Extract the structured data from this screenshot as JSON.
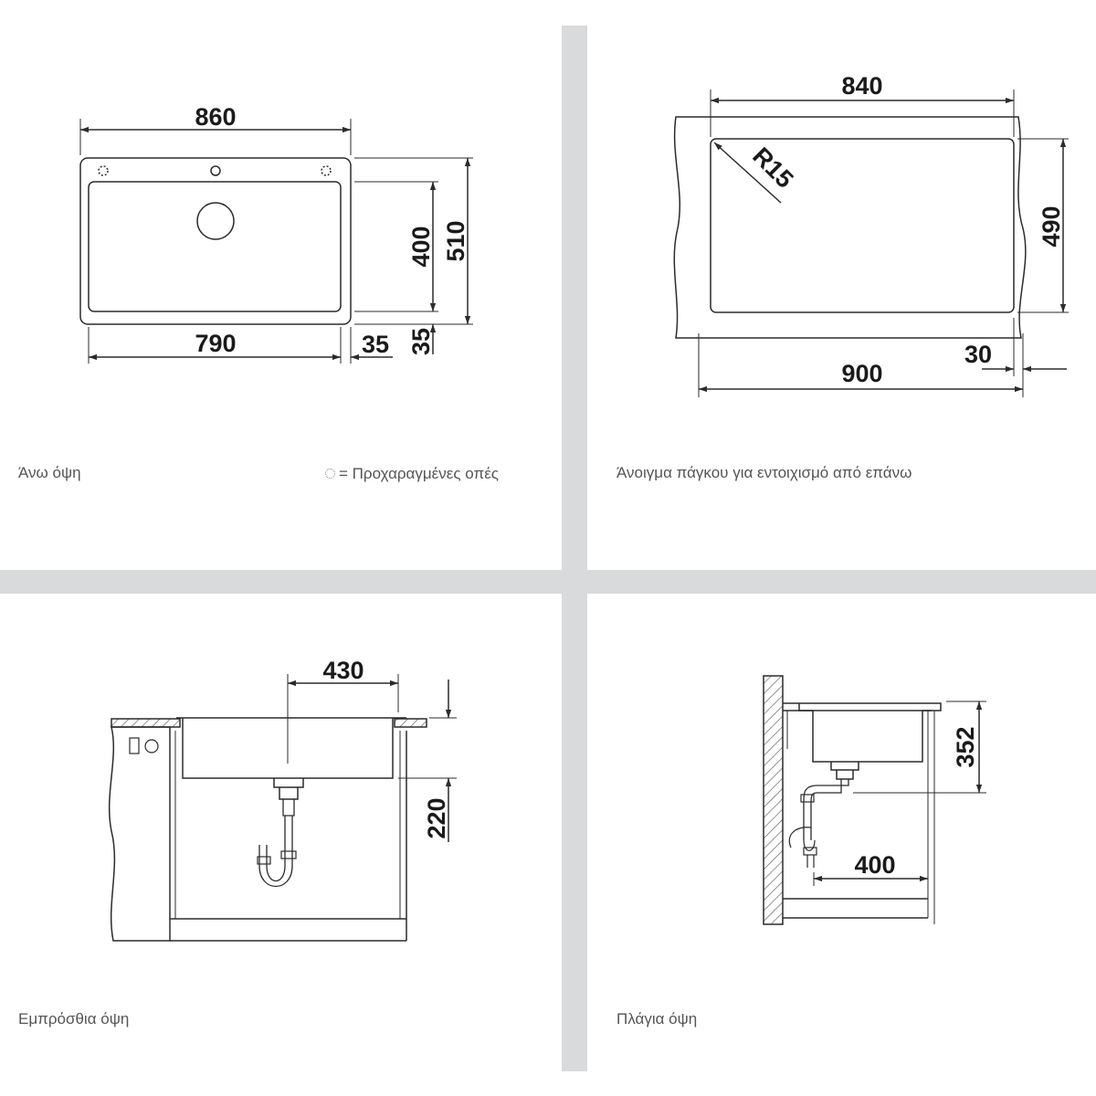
{
  "panels": {
    "top_view": {
      "caption": "Άνω όψη",
      "legend_text": "= Προχαραγμένες οπές",
      "dims": {
        "total_width": "860",
        "bowl_width": "790",
        "edge_right": "35",
        "bowl_depth": "400",
        "total_depth": "510",
        "edge_bottom": "35"
      }
    },
    "cutout": {
      "caption": "Άνοιγμα πάγκου για εντοιχισμό από επάνω",
      "dims": {
        "inner_width": "840",
        "radius": "R15",
        "depth": "490",
        "offset": "30",
        "outer_width": "900"
      }
    },
    "front_view": {
      "caption": "Εμπρόσθια όψη",
      "dims": {
        "offset": "430",
        "height": "220"
      }
    },
    "side_view": {
      "caption": "Πλάγια όψη",
      "dims": {
        "height": "352",
        "depth": "400"
      }
    }
  },
  "colors": {
    "separator": "#d9dadc",
    "line": "#2b2b2b",
    "text": "#1a1a1a",
    "caption": "#555555"
  }
}
